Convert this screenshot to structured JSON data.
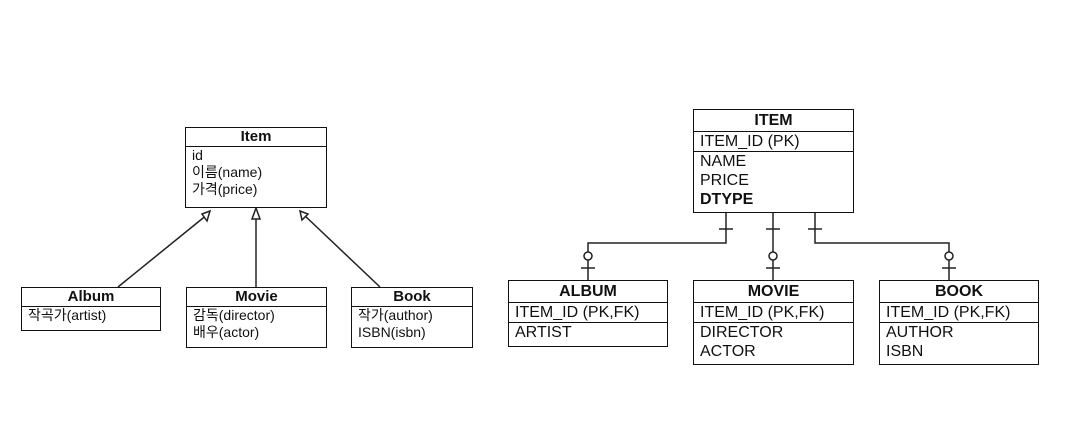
{
  "class_diagram": {
    "item": {
      "name": "Item",
      "attributes": [
        "id",
        "이름(name)",
        "가격(price)"
      ]
    },
    "album": {
      "name": "Album",
      "attributes": [
        "작곡가(artist)"
      ]
    },
    "movie": {
      "name": "Movie",
      "attributes": [
        "감독(director)",
        "배우(actor)"
      ]
    },
    "book": {
      "name": "Book",
      "attributes": [
        "작가(author)",
        "ISBN(isbn)"
      ]
    }
  },
  "er_diagram": {
    "item": {
      "name": "ITEM",
      "key": "ITEM_ID (PK)",
      "columns": [
        "NAME",
        "PRICE",
        "DTYPE"
      ]
    },
    "album": {
      "name": "ALBUM",
      "key": "ITEM_ID (PK,FK)",
      "columns": [
        "ARTIST"
      ]
    },
    "movie": {
      "name": "MOVIE",
      "key": "ITEM_ID (PK,FK)",
      "columns": [
        "DIRECTOR",
        "ACTOR"
      ]
    },
    "book": {
      "name": "BOOK",
      "key": "ITEM_ID (PK,FK)",
      "columns": [
        "AUTHOR",
        "ISBN"
      ]
    }
  }
}
